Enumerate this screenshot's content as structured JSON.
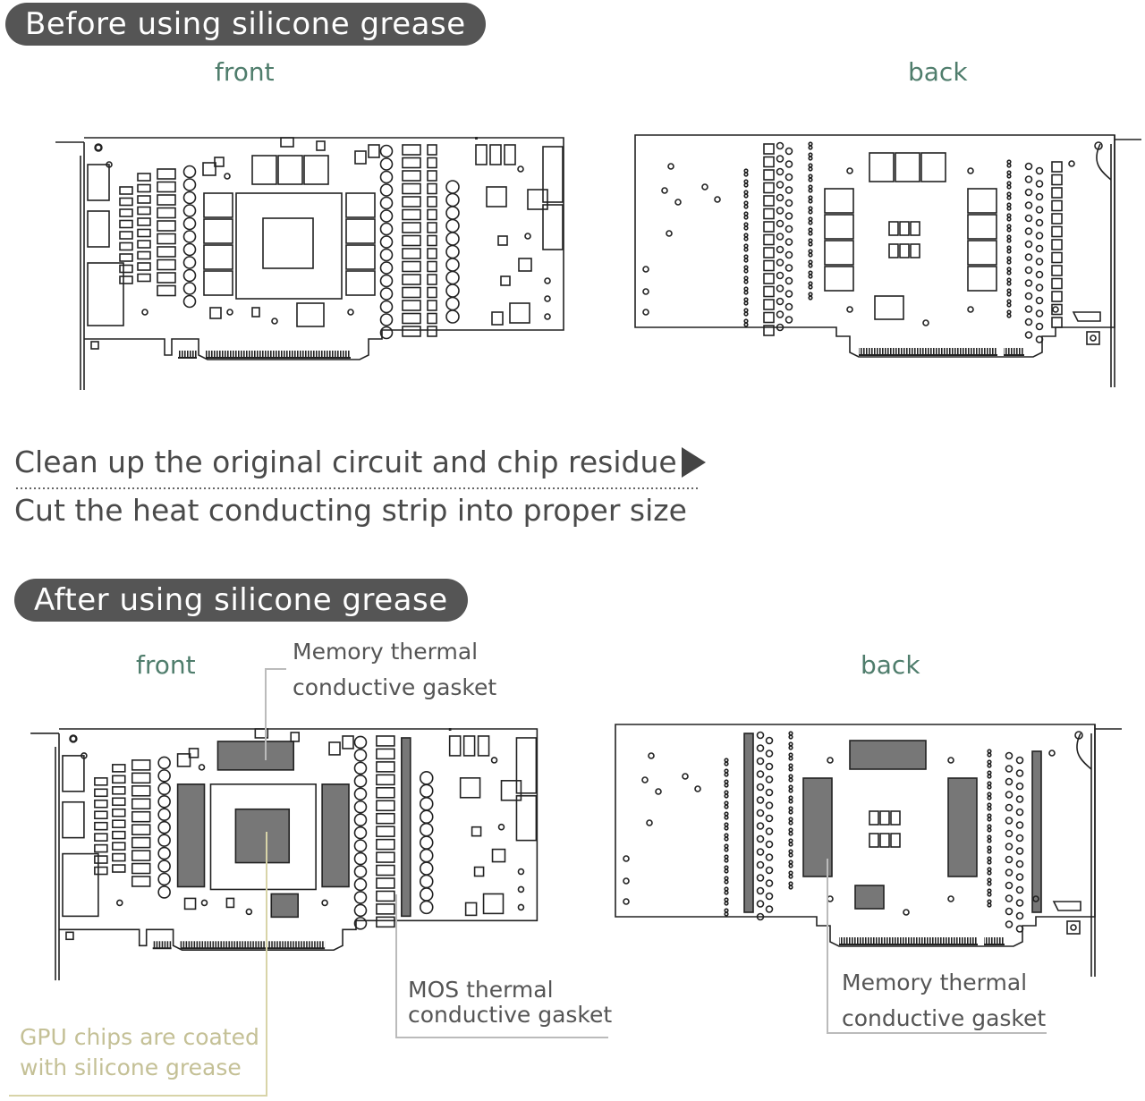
{
  "sections": {
    "before": {
      "title": "Before using silicone grease",
      "front": "front",
      "back": "back"
    },
    "after": {
      "title": "After using silicone grease",
      "front": "front",
      "back": "back"
    }
  },
  "steps": {
    "step1": "Clean up the original circuit and chip residue",
    "step2": "Cut the heat conducting strip into proper size"
  },
  "callouts": {
    "memory_front": {
      "line1": "Memory thermal",
      "line2": "conductive gasket"
    },
    "mos": {
      "line1": "MOS thermal",
      "line2": "conductive gasket"
    },
    "gpu": {
      "line1": "GPU chips are coated",
      "line2": "with silicone grease"
    },
    "memory_back": {
      "line1": "Memory thermal",
      "line2": "conductive gasket"
    }
  },
  "colors": {
    "outline": "#222222",
    "pad_fill": "#777777",
    "pill_bg": "#555555",
    "side_label": "#4f7d6c",
    "gpu_note": "#c4c096",
    "leader": "#bbbbbb"
  }
}
